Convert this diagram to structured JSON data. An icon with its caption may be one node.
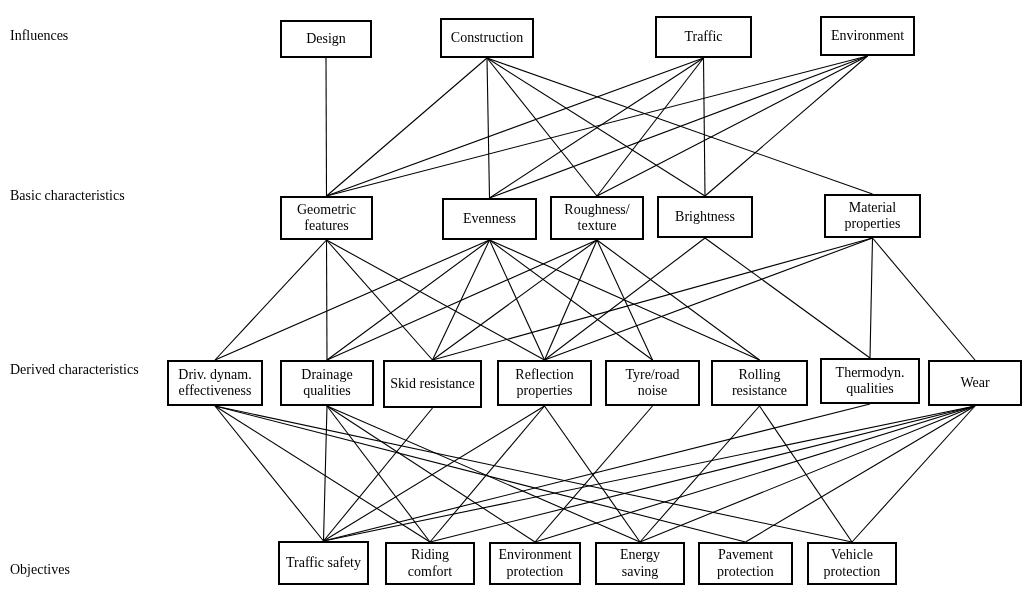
{
  "diagram": {
    "nodes": [
      {
        "text": [
          "Design"
        ]
      },
      {
        "text": [
          "Construction"
        ]
      },
      {
        "text": [
          "Traffic"
        ]
      },
      {
        "text": [
          "Environment"
        ]
      },
      {
        "text": [
          "Geometric features"
        ]
      },
      {
        "text": [
          "Evenness"
        ]
      },
      {
        "text": [
          "Roughness/ texture"
        ]
      },
      {
        "text": [
          "Brightness"
        ]
      },
      {
        "text": [
          "Material properties"
        ]
      },
      {
        "text": [
          "Driv. dynam. effectiveness"
        ]
      },
      {
        "text": [
          "Drainage qualities"
        ]
      },
      {
        "text": [
          "Skid resistance"
        ]
      },
      {
        "text": [
          "Reflection properties"
        ]
      },
      {
        "text": [
          "Tyre/road noise"
        ]
      },
      {
        "text": [
          "Rolling resistance"
        ]
      },
      {
        "text": [
          "Thermodyn. qualities"
        ]
      },
      {
        "text": [
          "Wear"
        ]
      },
      {
        "text": [
          "Traffic safety"
        ]
      },
      {
        "text": [
          "Riding comfort"
        ]
      },
      {
        "text": [
          "Environment protection"
        ]
      },
      {
        "text": [
          "Energy saving"
        ]
      },
      {
        "text": [
          "Pavement protection"
        ]
      },
      {
        "text": [
          "Vehicle protection"
        ]
      }
    ],
    "edges": [
      {
        "from": 0,
        "to": 4,
        "arrow": "none"
      },
      {
        "from": 1,
        "to": 4,
        "arrow": "none"
      },
      {
        "from": 1,
        "to": 5,
        "arrow": "none"
      },
      {
        "from": 1,
        "to": 6,
        "arrow": "none"
      },
      {
        "from": 1,
        "to": 7,
        "arrow": "none"
      },
      {
        "from": 1,
        "to": 8,
        "arrow": "none"
      },
      {
        "from": 2,
        "to": 4,
        "arrow": "none"
      },
      {
        "from": 2,
        "to": 5,
        "arrow": "none"
      },
      {
        "from": 2,
        "to": 6,
        "arrow": "none"
      },
      {
        "from": 2,
        "to": 7,
        "arrow": "none"
      },
      {
        "from": 3,
        "to": 4,
        "arrow": "none"
      },
      {
        "from": 3,
        "to": 5,
        "arrow": "none"
      },
      {
        "from": 3,
        "to": 6,
        "arrow": "none"
      },
      {
        "from": 3,
        "to": 7,
        "arrow": "none"
      },
      {
        "from": 4,
        "to": 9,
        "arrow": "none"
      },
      {
        "from": 4,
        "to": 10,
        "arrow": "none"
      },
      {
        "from": 4,
        "to": 11,
        "arrow": "none"
      },
      {
        "from": 4,
        "to": 12,
        "arrow": "none"
      },
      {
        "from": 5,
        "to": 9,
        "arrow": "none"
      },
      {
        "from": 5,
        "to": 10,
        "arrow": "none"
      },
      {
        "from": 5,
        "to": 11,
        "arrow": "none"
      },
      {
        "from": 5,
        "to": 12,
        "arrow": "none"
      },
      {
        "from": 5,
        "to": 13,
        "arrow": "none"
      },
      {
        "from": 5,
        "to": 14,
        "arrow": "none"
      },
      {
        "from": 6,
        "to": 10,
        "arrow": "none"
      },
      {
        "from": 6,
        "to": 11,
        "arrow": "none"
      },
      {
        "from": 6,
        "to": 12,
        "arrow": "none"
      },
      {
        "from": 6,
        "to": 13,
        "arrow": "none"
      },
      {
        "from": 6,
        "to": 14,
        "arrow": "none"
      },
      {
        "from": 7,
        "to": 12,
        "arrow": "none"
      },
      {
        "from": 7,
        "to": 15,
        "arrow": "none"
      },
      {
        "from": 8,
        "to": 11,
        "arrow": "none"
      },
      {
        "from": 8,
        "to": 12,
        "arrow": "none"
      },
      {
        "from": 8,
        "to": 15,
        "arrow": "none"
      },
      {
        "from": 8,
        "to": 16,
        "arrow": "none"
      },
      {
        "from": 9,
        "to": 17,
        "arrow": "none"
      },
      {
        "from": 9,
        "to": 18,
        "arrow": "none"
      },
      {
        "from": 9,
        "to": 21,
        "arrow": "none"
      },
      {
        "from": 9,
        "to": 22,
        "arrow": "none"
      },
      {
        "from": 10,
        "to": 17,
        "arrow": "none"
      },
      {
        "from": 10,
        "to": 18,
        "arrow": "none"
      },
      {
        "from": 10,
        "to": 19,
        "arrow": "none"
      },
      {
        "from": 10,
        "to": 20,
        "arrow": "none"
      },
      {
        "from": 11,
        "to": 17,
        "arrow": "none"
      },
      {
        "from": 12,
        "to": 17,
        "arrow": "none"
      },
      {
        "from": 12,
        "to": 18,
        "arrow": "none"
      },
      {
        "from": 12,
        "to": 20,
        "arrow": "none"
      },
      {
        "from": 13,
        "to": 19,
        "arrow": "none"
      },
      {
        "from": 14,
        "to": 20,
        "arrow": "none"
      },
      {
        "from": 14,
        "to": 22,
        "arrow": "none"
      },
      {
        "from": 15,
        "to": 17,
        "arrow": "none"
      },
      {
        "from": 16,
        "to": 17,
        "arrow": "none"
      },
      {
        "from": 16,
        "to": 18,
        "arrow": "none"
      },
      {
        "from": 16,
        "to": 19,
        "arrow": "none"
      },
      {
        "from": 16,
        "to": 20,
        "arrow": "none"
      },
      {
        "from": 16,
        "to": 21,
        "arrow": "none"
      },
      {
        "from": 16,
        "to": 22,
        "arrow": "none"
      }
    ],
    "labels": [
      "Influences",
      "Basic characteristics",
      "Derived characteristics",
      "Objectives"
    ]
  }
}
